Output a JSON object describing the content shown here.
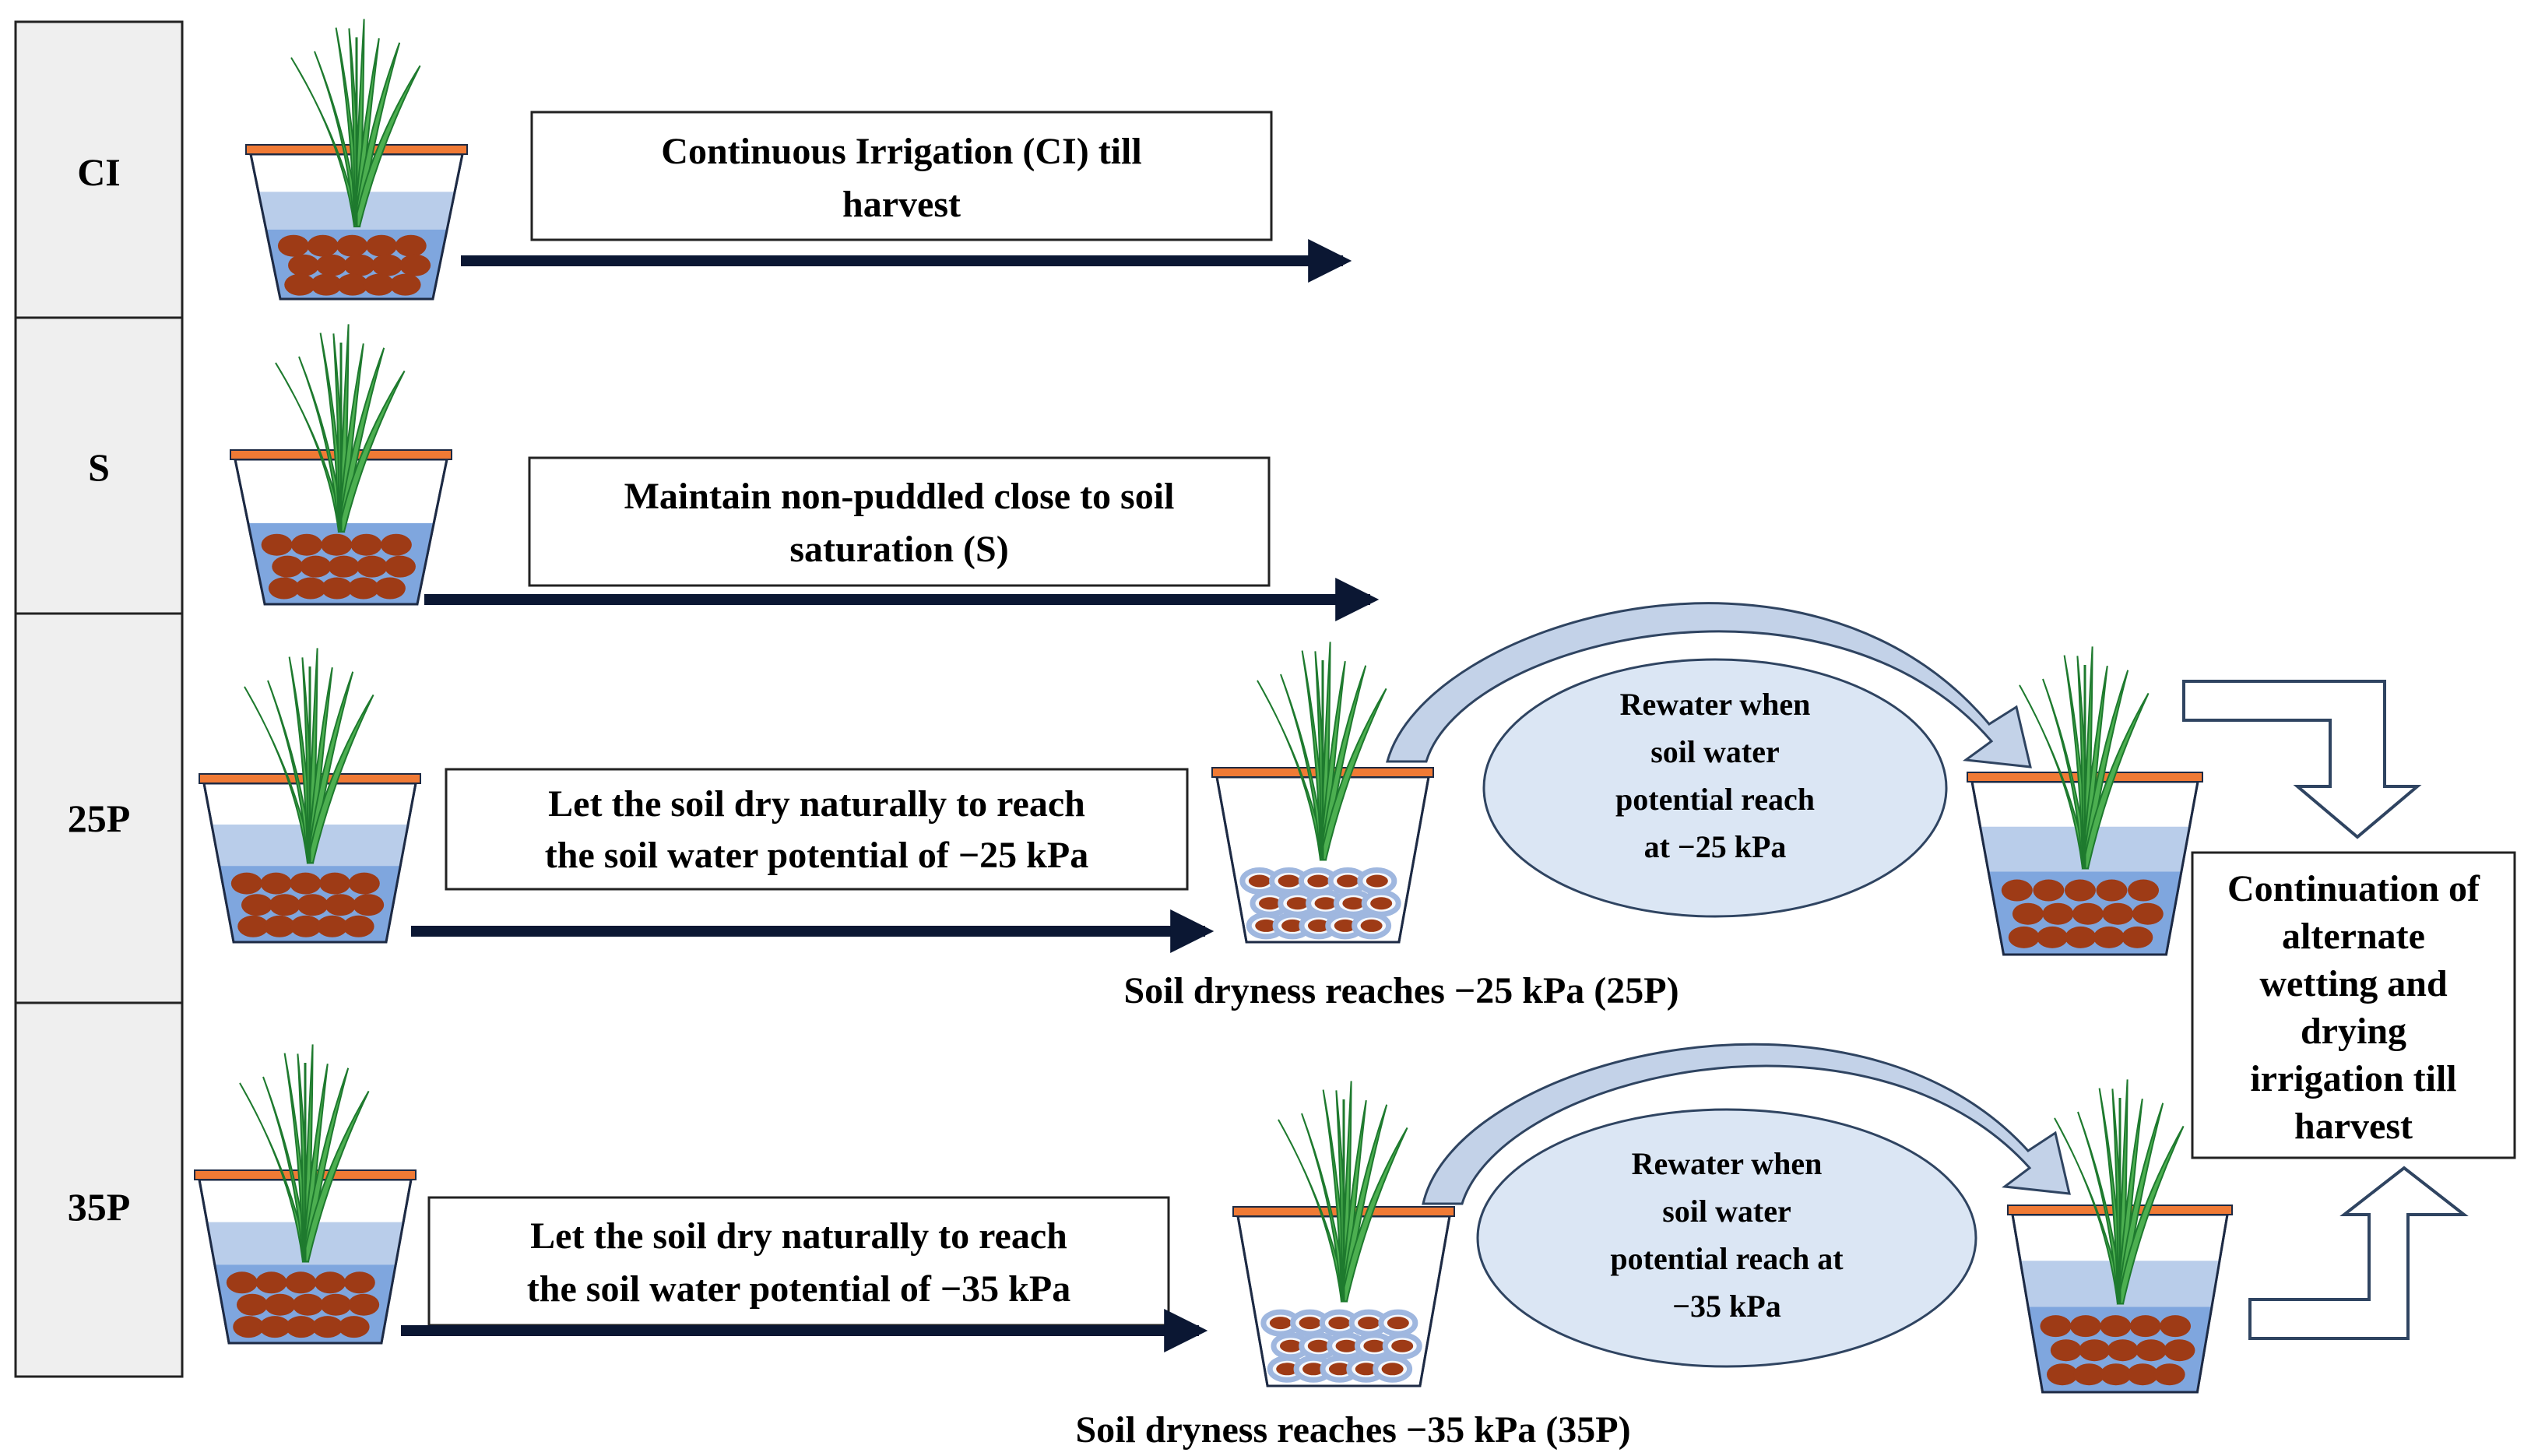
{
  "rows": [
    {
      "label": "CI"
    },
    {
      "label": "S"
    },
    {
      "label": "25P"
    },
    {
      "label": "35P"
    }
  ],
  "boxes": {
    "ci": [
      "Continuous Irrigation (CI) till",
      "harvest"
    ],
    "s": [
      "Maintain non-puddled close to soil",
      "saturation (S)"
    ],
    "p25": [
      "Let the soil dry naturally to reach",
      "the  soil water potential of −25 kPa"
    ],
    "p35": [
      "Let the soil dry naturally to reach",
      "the soil water potential of −35 kPa"
    ],
    "final": [
      "Continuation of",
      "alternate",
      "wetting and",
      "drying",
      "irrigation till",
      "harvest"
    ]
  },
  "ellipses": {
    "p25": [
      "Rewater when",
      "soil water",
      "potential reach",
      "at −25 kPa"
    ],
    "p35": [
      "Rewater when",
      "soil water",
      "potential reach at",
      "−35 kPa"
    ]
  },
  "captions": {
    "p25": "Soil dryness reaches −25 kPa (25P)",
    "p35": "Soil dryness reaches −35 kPa (35P)"
  },
  "colors": {
    "water": "#b9cdea",
    "soil_water": "#7fa6de",
    "clod": "#9e3b16",
    "rim": "#f07a35",
    "plant": "#4caf50",
    "plant_dark": "#1e7a2e",
    "ellipse_fill": "#dbe6f4",
    "ellipse_stroke": "#2f4461",
    "curved_arrow": "#c3d2e8",
    "label_column": "#efefef"
  }
}
